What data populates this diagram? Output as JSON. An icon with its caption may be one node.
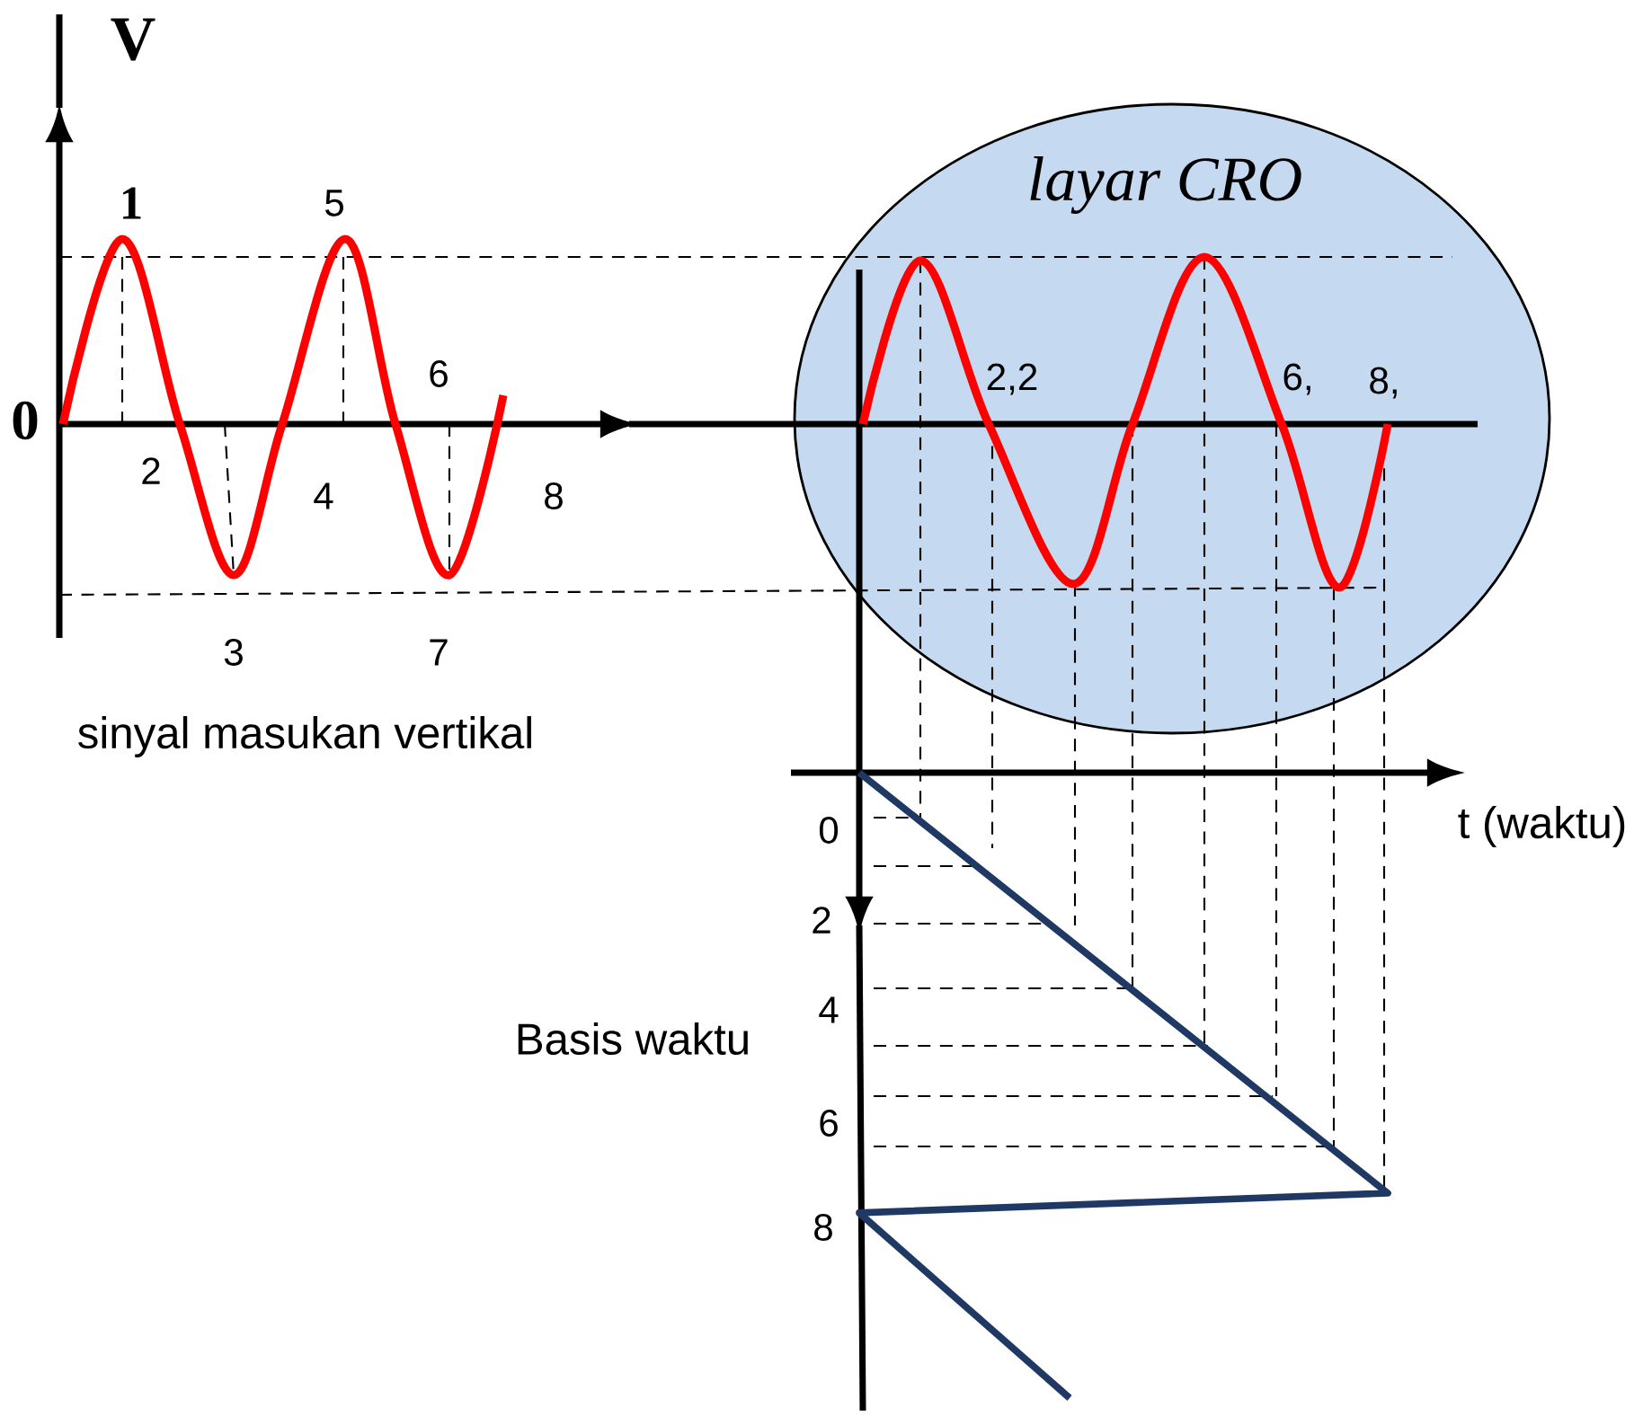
{
  "diagram": {
    "nodes": [
      {
        "text": [
          "layar CRO"
        ]
      }
    ],
    "edges": [],
    "labels": [
      "V",
      "1",
      "5",
      "6",
      "0",
      "2",
      "4",
      "8",
      "3",
      "7",
      "sinyal masukan vertikal",
      "2,2",
      "6,",
      "8,",
      "t (waktu)",
      "0",
      "2",
      "4",
      "Basis waktu",
      "6",
      "8"
    ]
  }
}
